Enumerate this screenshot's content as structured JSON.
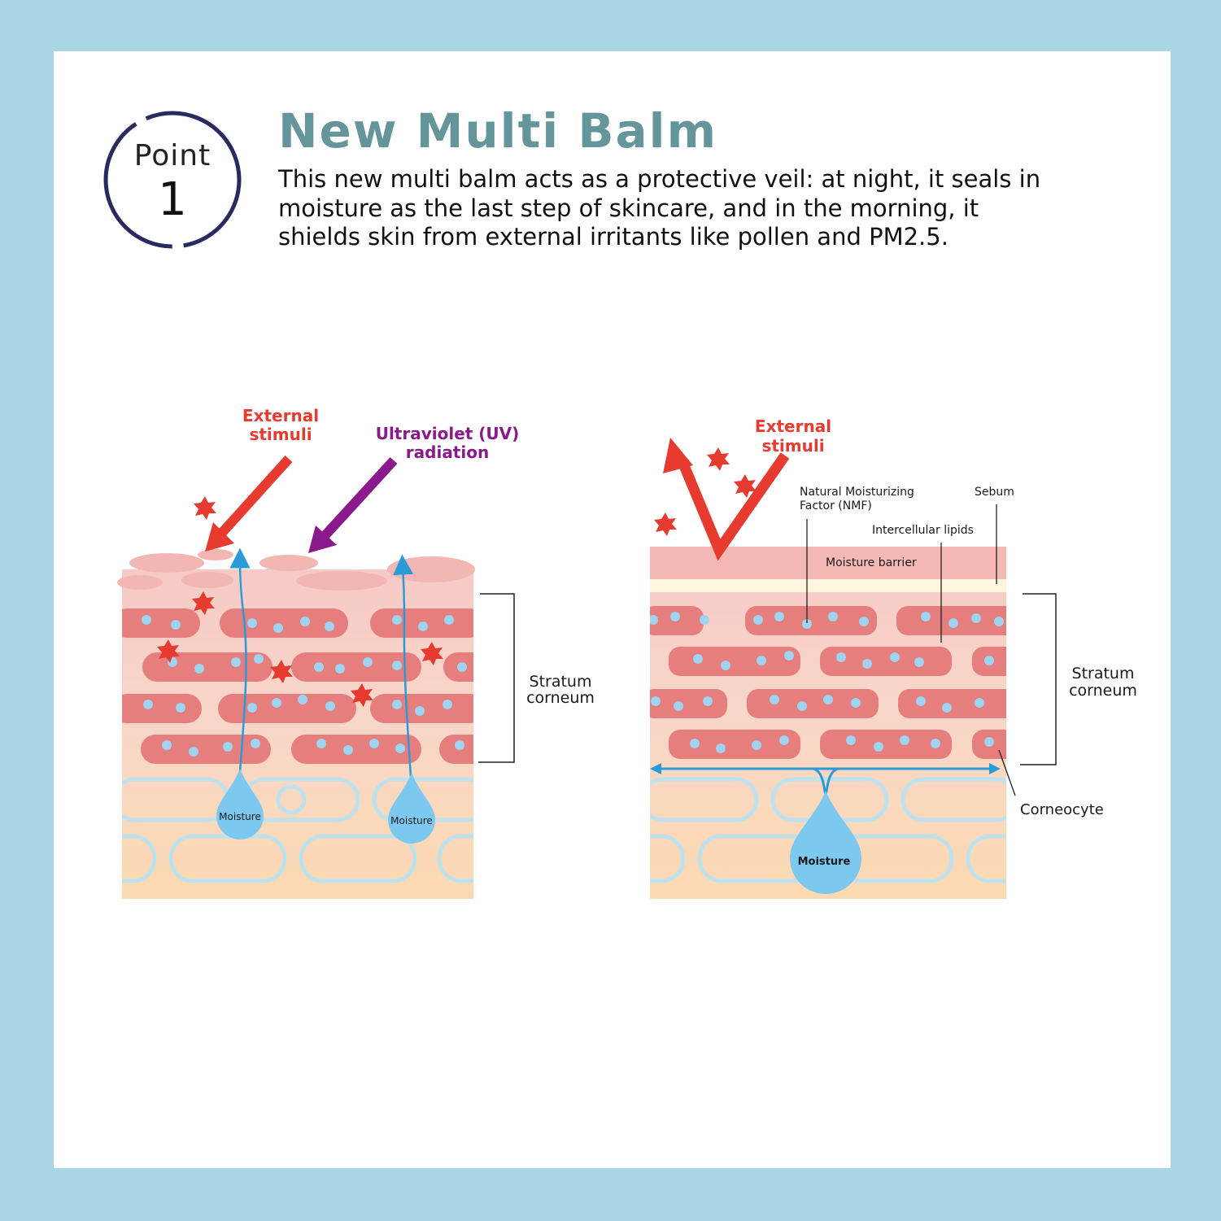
{
  "badge": {
    "word": "Point",
    "number": "1"
  },
  "header": {
    "title": "New Multi Balm",
    "description": "This new multi balm acts as a protective veil: at night, it seals in moisture as the last step of skincare, and in the morning, it shields skin from external irritants like pollen and PM2.5."
  },
  "left_diagram": {
    "external_stimuli_line1": "External",
    "external_stimuli_line2": "stimuli",
    "uv_line1": "Ultraviolet (UV)",
    "uv_line2": "radiation",
    "stratum_line1": "Stratum",
    "stratum_line2": "corneum",
    "moisture_label": "Moisture"
  },
  "right_diagram": {
    "external_stimuli_line1": "External",
    "external_stimuli_line2": "stimuli",
    "nmf_line1": "Natural Moisturizing",
    "nmf_line2": "Factor (NMF)",
    "sebum": "Sebum",
    "intercellular_lipids": "Intercellular lipids",
    "moisture_barrier": "Moisture barrier",
    "stratum_line1": "Stratum",
    "stratum_line2": "corneum",
    "corneocyte": "Corneocyte",
    "moisture_label": "Moisture"
  },
  "colors": {
    "frame": "#a9d6e5",
    "title": "#64959a",
    "badge_ring": "#2a2a63",
    "stimuli_red": "#e63b2e",
    "uv_purple": "#8a1a8c",
    "cell": "#e77e7e",
    "dot": "#9fd3ef",
    "moisture": "#7cc8ef",
    "arrow_blue": "#2a9bd8"
  }
}
